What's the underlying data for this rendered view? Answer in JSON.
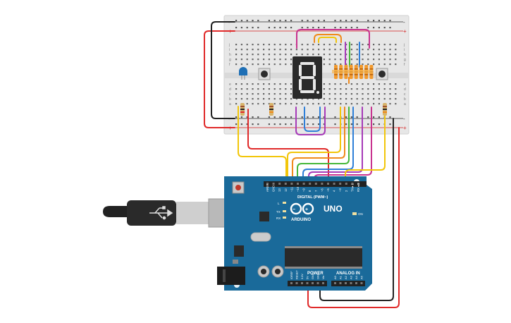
{
  "board": {
    "brand": "ARDUINO",
    "model": "UNO",
    "digital_header": "DIGITAL (PWM~)",
    "power_header": "POWER",
    "analog_header": "ANALOG IN",
    "led_labels": {
      "l": "L",
      "tx": "TX",
      "rx": "RX",
      "on": "ON"
    },
    "digital_pins": [
      "AREF",
      "GND",
      "13",
      "12",
      "~11",
      "~10",
      "~9",
      "8",
      "7",
      "~6",
      "~5",
      "4",
      "~3",
      "2",
      "TX►1",
      "RX◄0"
    ],
    "power_pins": [
      "IOREF",
      "RESET",
      "3.3V",
      "5V",
      "GND",
      "GND",
      "Vin"
    ],
    "analog_pins": [
      "A0",
      "A1",
      "A2",
      "A3",
      "A4",
      "A5"
    ]
  },
  "breadboard": {
    "row_letters_top": [
      "j",
      "i",
      "h",
      "g",
      "f"
    ],
    "row_letters_bottom": [
      "e",
      "d",
      "c",
      "b",
      "a"
    ],
    "rail_signs": [
      "-",
      "+"
    ]
  },
  "colors": {
    "board": "#1a6a9a",
    "breadboard": "#e7e7e7",
    "wire_red": "#e02a2a",
    "wire_black": "#222222",
    "wire_yellow": "#f2c60a",
    "wire_orange": "#f08a1c",
    "wire_green": "#46b83a",
    "wire_blue": "#2f7fd8",
    "wire_purple": "#a63ab8",
    "wire_magenta": "#c8338f",
    "display_segment": "#e8e8e8",
    "display_body": "#2a2a2a",
    "led": "#1e6fb5"
  },
  "components": {
    "seven_segment_icon": "seven-segment-display",
    "usb_icon": "usb-symbol",
    "logo_icon": "arduino-infinity-logo"
  }
}
